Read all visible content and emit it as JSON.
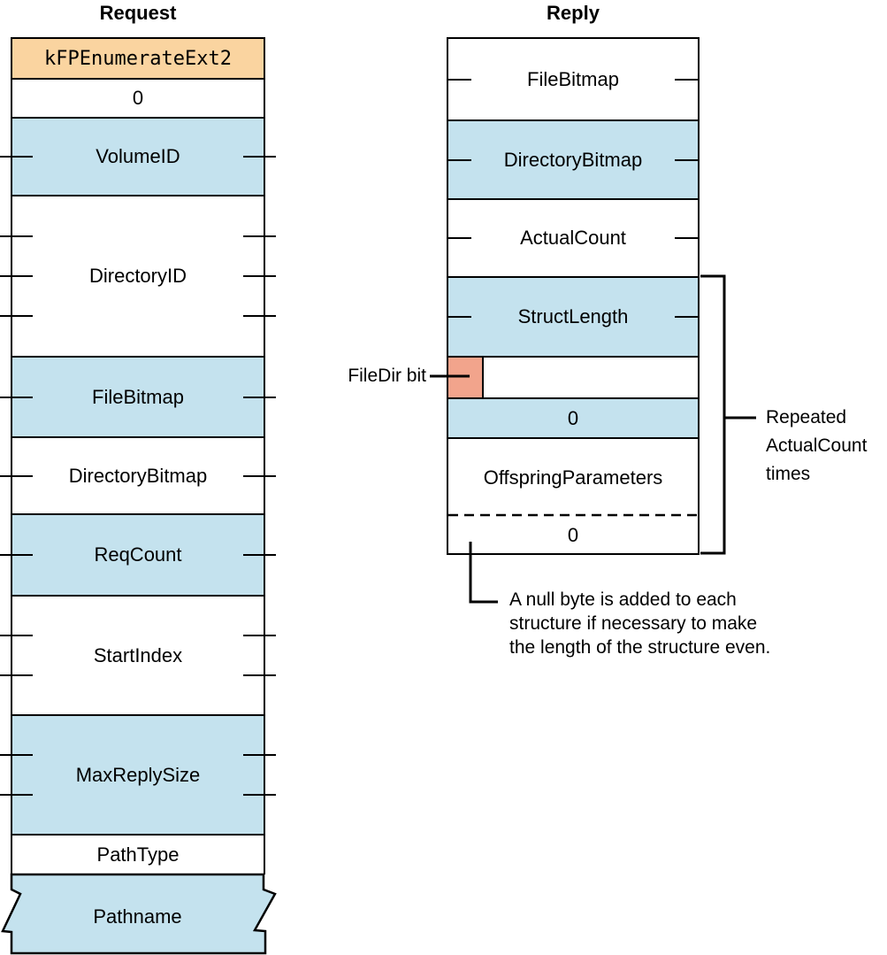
{
  "titles": {
    "request": "Request",
    "reply": "Reply"
  },
  "request": {
    "rows": [
      {
        "label": "kFPEnumerateExt2",
        "fill": "orange",
        "units": 1
      },
      {
        "label": "0",
        "fill": "white",
        "units": 1
      },
      {
        "label": "VolumeID",
        "fill": "blue",
        "units": 2
      },
      {
        "label": "DirectoryID",
        "fill": "white",
        "units": 4
      },
      {
        "label": "FileBitmap",
        "fill": "blue",
        "units": 2
      },
      {
        "label": "DirectoryBitmap",
        "fill": "white",
        "units": 2
      },
      {
        "label": "ReqCount",
        "fill": "blue",
        "units": 2
      },
      {
        "label": "StartIndex",
        "fill": "white",
        "units": 3
      },
      {
        "label": "MaxReplySize",
        "fill": "blue",
        "units": 3
      },
      {
        "label": "PathType",
        "fill": "white",
        "units": 1
      },
      {
        "label": "Pathname",
        "fill": "blue",
        "units": 1,
        "shape": "torn-edges"
      }
    ]
  },
  "reply": {
    "rows": [
      {
        "label": "FileBitmap",
        "fill": "white",
        "units": 2
      },
      {
        "label": "DirectoryBitmap",
        "fill": "blue",
        "units": 2
      },
      {
        "label": "ActualCount",
        "fill": "white",
        "units": 2
      },
      {
        "label": "StructLength",
        "fill": "blue",
        "units": 2
      },
      {
        "label": "",
        "fill": "white",
        "units": 1,
        "marker": "FileDir bit flag"
      },
      {
        "label": "0",
        "fill": "blue",
        "units": 1
      },
      {
        "label": "OffspringParameters",
        "fill": "white",
        "units": 1
      },
      {
        "label": "0",
        "fill": "white",
        "units": 1,
        "divider": "dashed"
      }
    ]
  },
  "annotations": {
    "filedir_label": "FileDir bit",
    "repeated": [
      "Repeated",
      "ActualCount",
      "times"
    ],
    "null_byte": [
      "A null byte is added to each",
      "structure if necessary to make",
      "the length of the structure even."
    ]
  },
  "colors": {
    "blue": "#C4E2EE",
    "orange": "#FAD4A0",
    "salmon": "#F2A48C",
    "line": "#000000"
  }
}
